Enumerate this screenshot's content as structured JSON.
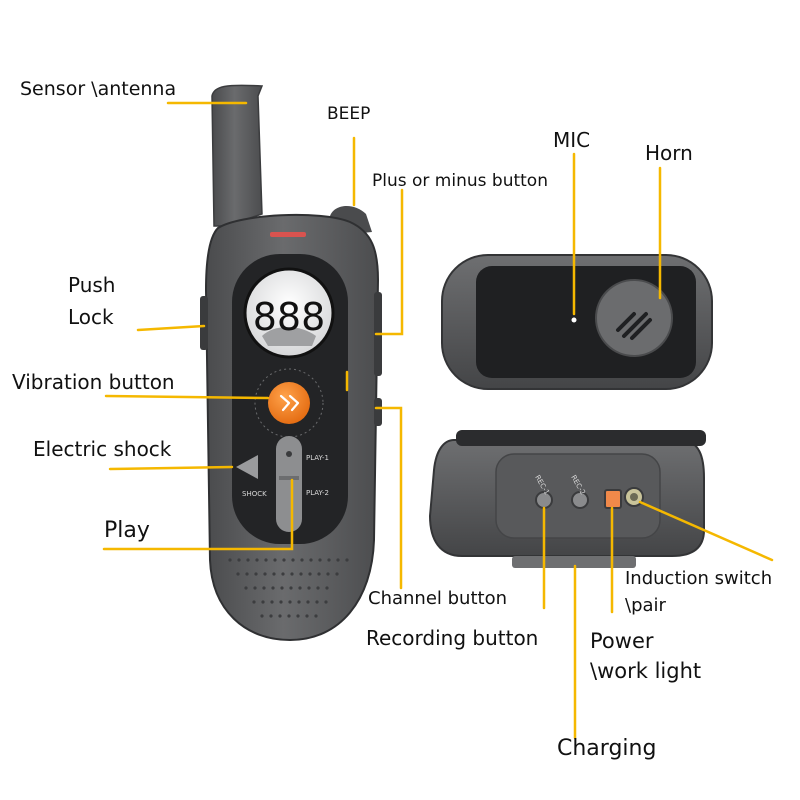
{
  "display": {
    "digits": "888"
  },
  "button_marks": {
    "shock": "SHOCK",
    "play_1": "PLAY-1",
    "play_2": "PLAY-2",
    "rec_1": "REC-1",
    "rec_2": "REC-2"
  },
  "labels": {
    "sensor_antenna": "Sensor \\antenna",
    "beep": "BEEP",
    "plus_minus": "Plus or minus button",
    "mic": "MIC",
    "horn": "Horn",
    "push": "Push",
    "lock": "Lock",
    "vibration": "Vibration button",
    "electric_shock": "Electric shock",
    "play": "Play",
    "channel": "Channel button",
    "recording": "Recording button",
    "induction_1": "Induction switch",
    "induction_2": "\\pair",
    "power_1": "Power",
    "power_2": "\\work light",
    "charging": "Charging"
  },
  "colors": {
    "leader_line": "#f5b800",
    "device_body": "#5b5c5e",
    "device_dark": "#2c2d2f",
    "vibration_button": "#f07a1e",
    "power_light": "#f0894a"
  },
  "icons": {
    "vibration": "vibration-icon",
    "shock": "triangle-icon",
    "horn": "speaker-grille-icon"
  }
}
